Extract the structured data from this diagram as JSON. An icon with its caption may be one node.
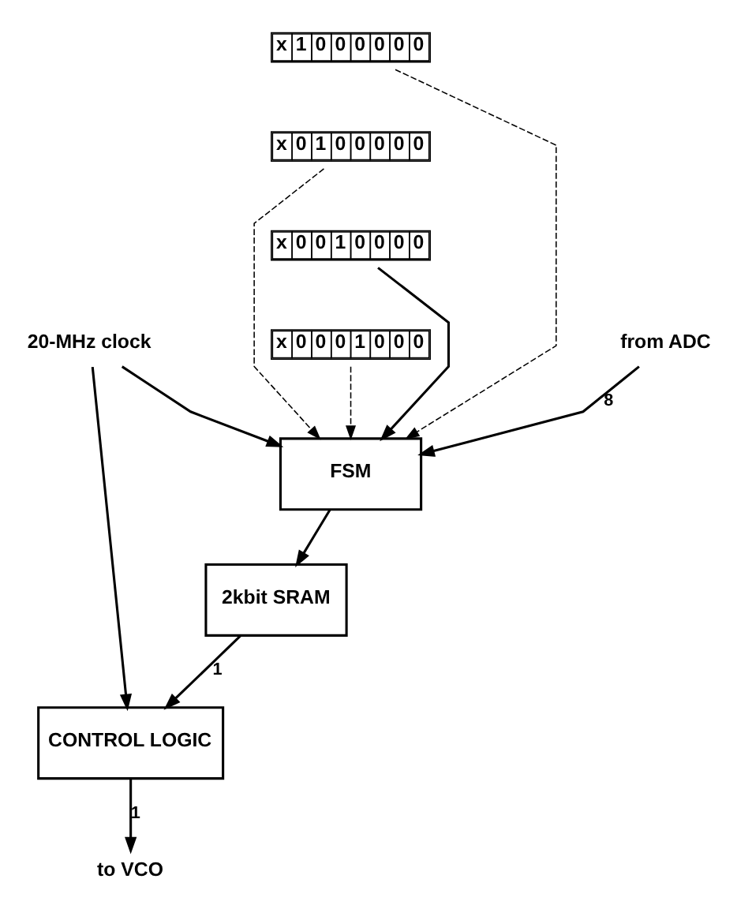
{
  "diagram": {
    "nodes": [
      {
        "text": [
          "from ADC"
        ]
      },
      {
        "text": [
          "x",
          "1",
          "0",
          "0",
          "0",
          "0",
          "0",
          "0"
        ]
      },
      {
        "text": [
          "x",
          "0",
          "1",
          "0",
          "0",
          "0",
          "0",
          "0"
        ]
      },
      {
        "text": [
          "x",
          "0",
          "0",
          "1",
          "0",
          "0",
          "0",
          "0"
        ]
      },
      {
        "text": [
          "x",
          "0",
          "0",
          "0",
          "1",
          "0",
          "0",
          "0"
        ]
      },
      {
        "text": [
          "20-MHz clock"
        ]
      },
      {
        "text": [
          "FSM"
        ]
      },
      {
        "text": [
          "2kbit SRAM"
        ]
      },
      {
        "text": [
          "CONTROL LOGIC"
        ]
      },
      {
        "text": [
          "to VCO"
        ]
      }
    ],
    "edges": [
      {
        "from": 0,
        "to": 6,
        "arrow": "to",
        "label": "8"
      },
      {
        "from": 1,
        "to": 6,
        "arrow": "to",
        "style": "dashed"
      },
      {
        "from": 2,
        "to": 6,
        "arrow": "to",
        "style": "dashed"
      },
      {
        "from": 3,
        "to": 6,
        "arrow": "to"
      },
      {
        "from": 4,
        "to": 6,
        "arrow": "to",
        "style": "dashed"
      },
      {
        "from": 5,
        "to": 6,
        "arrow": "to"
      },
      {
        "from": 5,
        "to": 8,
        "arrow": "to"
      },
      {
        "from": 6,
        "to": 7,
        "arrow": "to"
      },
      {
        "from": 7,
        "to": 8,
        "arrow": "to",
        "label": "1"
      },
      {
        "from": 8,
        "to": 9,
        "arrow": "to",
        "label": "1"
      }
    ]
  }
}
